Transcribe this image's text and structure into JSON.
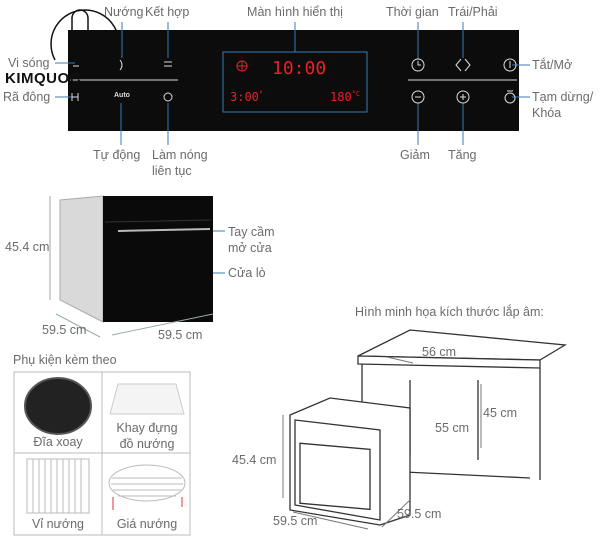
{
  "control_panel": {
    "labels": {
      "grill": "Nướng",
      "combo": "Kết hợp",
      "display": "Màn hình hiển thị",
      "timer": "Thời gian",
      "left_right": "Trái/Phải",
      "microwave": "Vi sóng",
      "defrost": "Rã đông",
      "power": "Tắt/Mở",
      "pause_lock_1": "Tạm dừng/",
      "pause_lock_2": "Khóa",
      "auto": "Tự động",
      "continuous_heat_1": "Làm nóng",
      "continuous_heat_2": "liên tục",
      "decrease": "Giảm",
      "increase": "Tăng"
    },
    "auto_button_text": "Auto",
    "display_readout": {
      "clock": "10:00",
      "time": "3:00",
      "time_unit": "°",
      "temperature": "180",
      "temp_unit": "°C"
    },
    "colors": {
      "panel": "#0c0c0c",
      "display_text": "#e8202a",
      "leader_line": "#3a78b5"
    }
  },
  "watermark": {
    "text": "KIMQUOC"
  },
  "oven_photo": {
    "height": "45.4 cm",
    "depth": "59.5 cm",
    "width": "59.5 cm",
    "handle_1": "Tay cầm",
    "handle_2": "mở cửa",
    "door": "Cửa lò"
  },
  "accessories": {
    "title": "Phụ kiện kèm theo",
    "items": [
      {
        "label": "Đĩa xoay"
      },
      {
        "label_1": "Khay đựng",
        "label_2": "đồ nướng"
      },
      {
        "label": "Vỉ nướng"
      },
      {
        "label": "Giá nướng"
      }
    ]
  },
  "installation": {
    "title": "Hình minh họa kích thước lắp âm:",
    "cabinet_width": "56 cm",
    "cabinet_height": "45 cm",
    "cabinet_depth": "55 cm",
    "oven_height": "45.4 cm",
    "oven_width": "59.5 cm",
    "oven_depth": "59.5 cm"
  }
}
